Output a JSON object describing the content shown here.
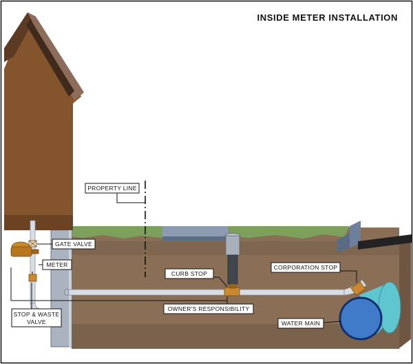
{
  "title": "INSIDE METER INSTALLATION",
  "labels": {
    "property_line": "PROPERTY LINE",
    "gate_valve": "GATE VALVE",
    "meter": "METER",
    "stop_waste_1": "STOP & WASTE",
    "stop_waste_2": "VALVE",
    "curb_stop": "CURB STOP",
    "corporation_stop": "CORPORATION STOP",
    "owners_responsibility": "OWNER'S RESPONSIBILITY",
    "water_main": "WATER MAIN"
  },
  "colors": {
    "soil": "#8a6e55",
    "soil_dark": "#6e5642",
    "grass": "#7da05c",
    "house": "#84542c",
    "roof": "#5d3a24",
    "pipe": "#d9dde4",
    "main_blue": "#3f7bc9",
    "main_cyan": "#5fc6d0",
    "brass": "#c8892f"
  }
}
